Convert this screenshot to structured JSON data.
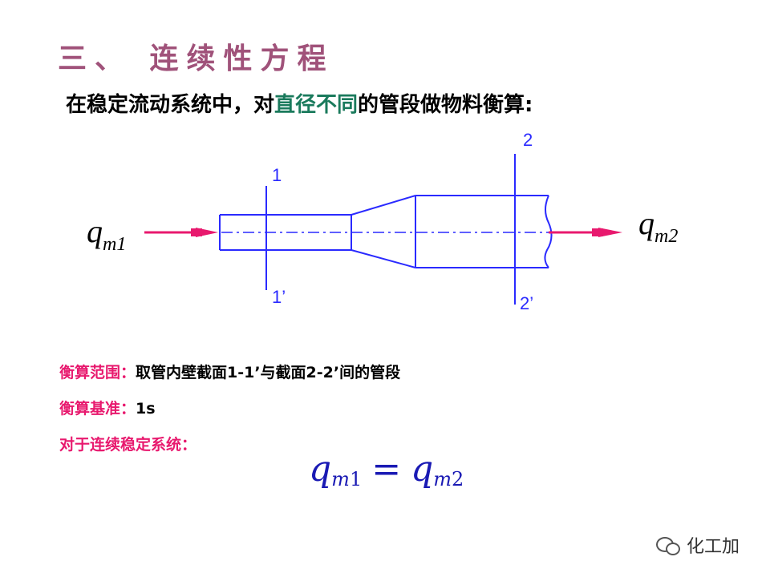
{
  "title": "三、 连续性方程",
  "intro": {
    "before": "在稳定流动系统中，对",
    "highlight": "直径不同",
    "after": "的管段做物料衡算:"
  },
  "diagram": {
    "inlet": {
      "q": "q",
      "sub": "m1"
    },
    "outlet": {
      "q": "q",
      "sub": "m2"
    },
    "section1_top": "1",
    "section1_bottom": "1’",
    "section2_top": "2",
    "section2_bottom": "2’"
  },
  "lines": [
    {
      "key": "衡算范围：",
      "value": "取管内壁截面1-1’与截面2-2’间的管段"
    },
    {
      "key": "衡算基准：",
      "value": "1s"
    },
    {
      "key": "对于连续稳定系统：",
      "value": ""
    }
  ],
  "equation": {
    "lhs": "q",
    "lhs_sub_var": "m",
    "lhs_sub_num": "1",
    "op": "=",
    "rhs": "q",
    "rhs_sub_var": "m",
    "rhs_sub_num": "2"
  },
  "watermark": "化工加",
  "colors": {
    "title": "#a0527a",
    "highlight": "#1a7a5c",
    "key": "#e8196e",
    "pipe": "#2a2aff",
    "arrow": "#e8196e",
    "equation": "#1a1ab4"
  }
}
